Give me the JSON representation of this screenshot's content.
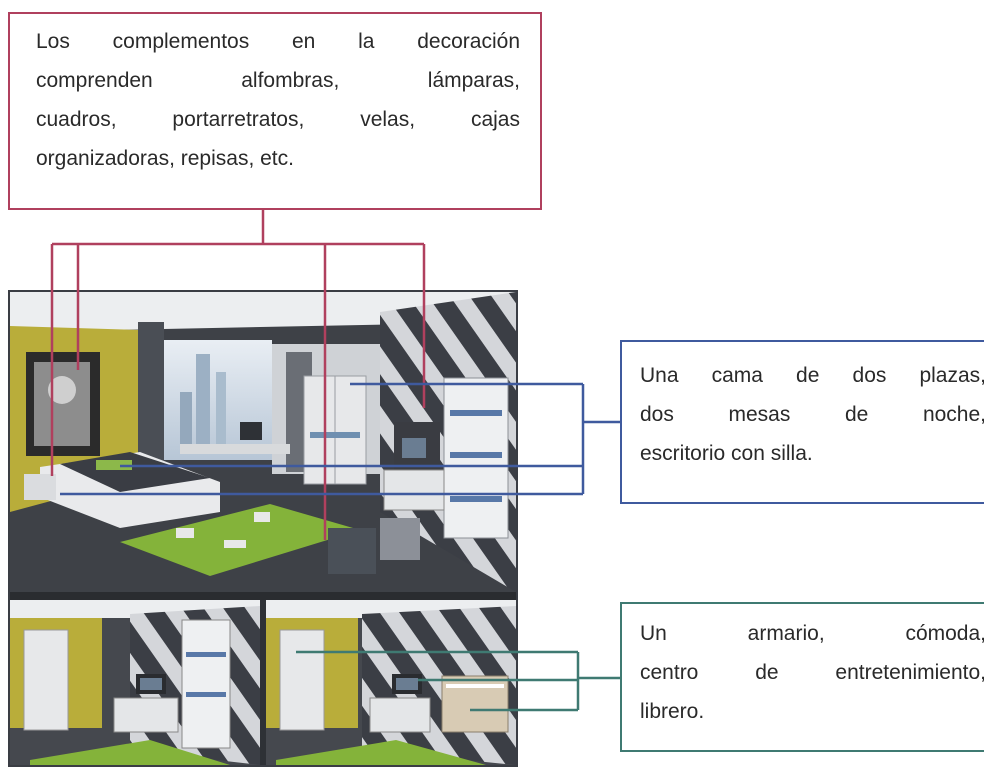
{
  "callouts": {
    "accessories": {
      "lines": [
        "Los complementos en la decoración",
        "comprenden alfombras, lámparas,",
        "cuadros, portarretratos, velas, cajas",
        "organizadoras, repisas, etc."
      ],
      "color": "#b0405e"
    },
    "furniture_bedroom": {
      "lines": [
        "Una cama de dos plazas,",
        "dos mesas de noche,",
        "escritorio con silla."
      ],
      "color": "#3f5a9e"
    },
    "furniture_storage": {
      "lines": [
        "Un armario, cómoda,",
        "centro de entretenimiento,",
        "librero."
      ],
      "color": "#3f7a72"
    }
  },
  "photo": {
    "description_icons": [
      "bedroom-photo",
      "detail-photo-left",
      "detail-photo-right"
    ],
    "colors": {
      "wall": "#b9ad3a",
      "rug": "#84b33a",
      "floor": "#3e4147",
      "zebra_dark": "#3b3e45",
      "zebra_light": "#d4d6da",
      "ceiling": "#eceef0"
    }
  }
}
